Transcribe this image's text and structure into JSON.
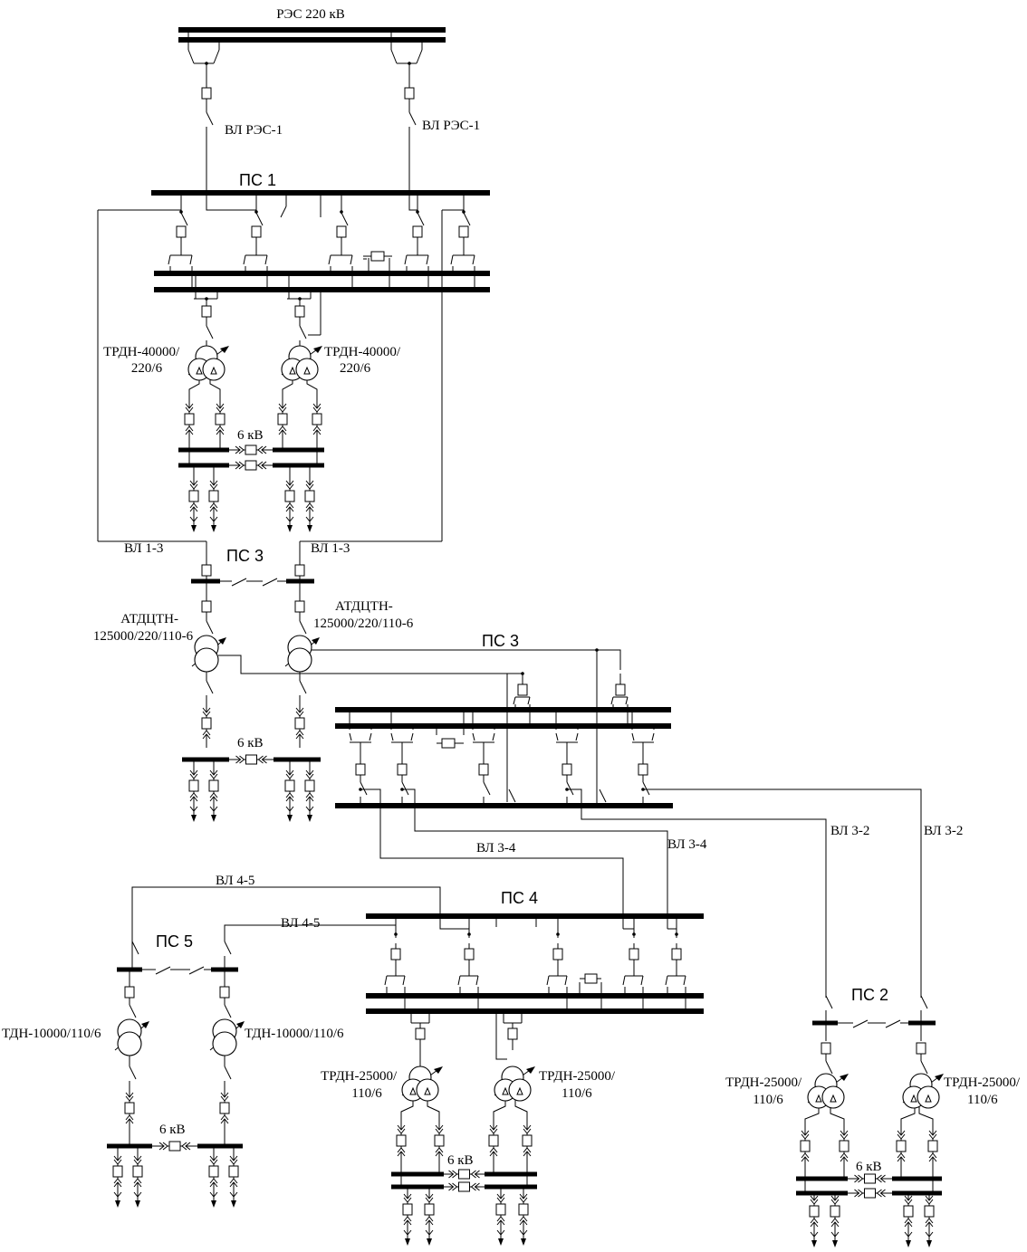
{
  "bus_labels": {
    "res": "РЭС 220 кВ",
    "ps1": "ПС 1",
    "ps3_top": "ПС 3",
    "ps3_mid": "ПС 3",
    "ps4": "ПС 4",
    "ps5": "ПС 5",
    "ps2": "ПС 2"
  },
  "line_labels": {
    "vl_res_left": "ВЛ РЭС-1",
    "vl_res_right": "ВЛ РЭС-1",
    "vl13_left": "ВЛ 1-3",
    "vl13_right": "ВЛ 1-3",
    "vl34_left": "ВЛ 3-4",
    "vl34_right": "ВЛ 3-4",
    "vl32_left": "ВЛ 3-2",
    "vl32_right": "ВЛ 3-2",
    "vl45_top": "ВЛ 4-5",
    "vl45_bottom": "ВЛ 4-5"
  },
  "transformers": {
    "ps1_t1": [
      "ТРДН-40000/",
      "220/6"
    ],
    "ps1_t2": [
      "ТРДН-40000/",
      "220/6"
    ],
    "ps3_t1": [
      "АТДЦТН-",
      "125000/220/110-6"
    ],
    "ps3_t2": [
      "АТДЦТН-",
      "125000/220/110-6"
    ],
    "ps5_t1": "ТДН-10000/110/6",
    "ps5_t2": "ТДН-10000/110/6",
    "ps4_t1": [
      "ТРДН-25000/",
      "110/6"
    ],
    "ps4_t2": [
      "ТРДН-25000/",
      "110/6"
    ],
    "ps2_t1": [
      "ТРДН-25000/",
      "110/6"
    ],
    "ps2_t2": [
      "ТРДН-25000/",
      "110/6"
    ]
  },
  "voltage_labels": {
    "ps1": "6 кВ",
    "ps3": "6 кВ",
    "ps5": "6 кВ",
    "ps4": "6 кВ",
    "ps2": "6 кВ"
  }
}
